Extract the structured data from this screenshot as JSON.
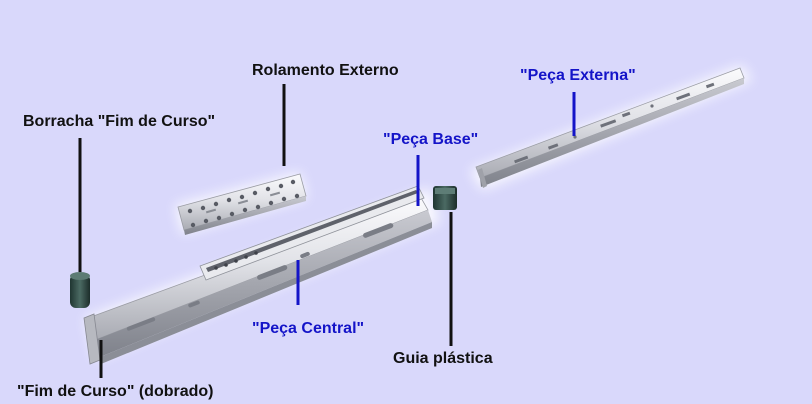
{
  "labels": {
    "rolamento_externo": "Rolamento Externo",
    "borracha_fim_de_curso": "Borracha \"Fim de Curso\"",
    "peca_base": "\"Peça Base\"",
    "peca_externa": "\"Peça Externa\"",
    "peca_central": "\"Peça Central\"",
    "guia_plastica": "Guia plástica",
    "fim_de_curso_dobrado": "\"Fim de Curso\" (dobrado)"
  },
  "colors": {
    "background": "#d9d8fb",
    "label_black": "#111111",
    "label_blue": "#1414c8",
    "steel_light": "#f2f2f4",
    "steel_mid": "#cfd0d6",
    "steel_dark": "#8e9099",
    "rubber": "#2f4a44"
  },
  "icons": [
    "drawer-slide-rail",
    "ball-bearing-cage",
    "rubber-stopper",
    "plastic-guide"
  ]
}
